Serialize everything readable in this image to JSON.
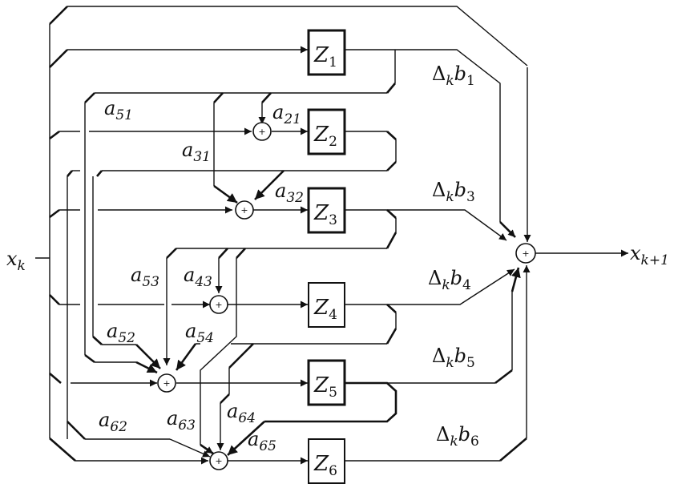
{
  "diagram": {
    "input_label": {
      "base": "x",
      "sub": "k"
    },
    "output_label": {
      "base": "x",
      "sub": "k+1"
    },
    "blocks": [
      {
        "id": "Z1",
        "base": "Z",
        "sub": "1"
      },
      {
        "id": "Z2",
        "base": "Z",
        "sub": "2"
      },
      {
        "id": "Z3",
        "base": "Z",
        "sub": "3"
      },
      {
        "id": "Z4",
        "base": "Z",
        "sub": "4"
      },
      {
        "id": "Z5",
        "base": "Z",
        "sub": "5"
      },
      {
        "id": "Z6",
        "base": "Z",
        "sub": "6"
      }
    ],
    "coefficients": {
      "a21": {
        "base": "a",
        "sub": "21"
      },
      "a31": {
        "base": "a",
        "sub": "31"
      },
      "a32": {
        "base": "a",
        "sub": "32"
      },
      "a43": {
        "base": "a",
        "sub": "43"
      },
      "a51": {
        "base": "a",
        "sub": "51"
      },
      "a52": {
        "base": "a",
        "sub": "52"
      },
      "a53": {
        "base": "a",
        "sub": "53"
      },
      "a54": {
        "base": "a",
        "sub": "54"
      },
      "a62": {
        "base": "a",
        "sub": "62"
      },
      "a63": {
        "base": "a",
        "sub": "63"
      },
      "a64": {
        "base": "a",
        "sub": "64"
      },
      "a65": {
        "base": "a",
        "sub": "65"
      }
    },
    "output_weights": {
      "b1": {
        "delta": "Δ",
        "k": "k",
        "base": "b",
        "sub": "1"
      },
      "b3": {
        "delta": "Δ",
        "k": "k",
        "base": "b",
        "sub": "3"
      },
      "b4": {
        "delta": "Δ",
        "k": "k",
        "base": "b",
        "sub": "4"
      },
      "b5": {
        "delta": "Δ",
        "k": "k",
        "base": "b",
        "sub": "5"
      },
      "b6": {
        "delta": "Δ",
        "k": "k",
        "base": "b",
        "sub": "6"
      }
    },
    "sum_symbol": "+"
  }
}
